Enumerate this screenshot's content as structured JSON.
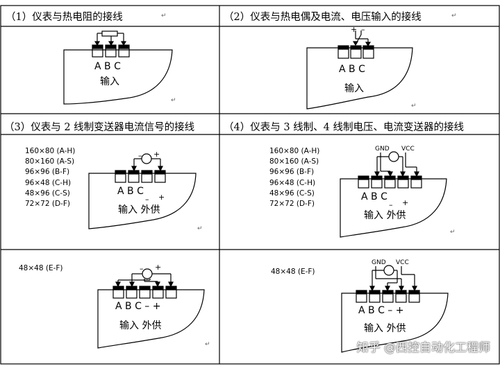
{
  "titles": {
    "c1": "（1）仪表与热电阻的接线",
    "c2": "（2）仪表与热电偶及电流、电压输入的接线",
    "c3": "（3）仪表与 2 线制变送器电流信号的接线",
    "c4": "（4）仪表与 3 线制、4 线制电压、电流变送器的接线"
  },
  "specs": {
    "list_a": "160×80 (A-H)\n80×160 (A-S)\n96×96 (B-F)\n96×48 (C-H)\n48×96 (C-S)\n72×72 (D-F)",
    "list_b": "160×80 (A-H)\n80×160 (A-S)\n96×96 (B-F)\n96×48 (C-H)\n48×96 (C-S)\n72×72 (D-F)",
    "single_a": "48×48 (E-F)",
    "single_b": "48×48 (E-F)"
  },
  "labels": {
    "abc": "A  B  C",
    "abc_minus_plus": "A  B  C  –  +",
    "input": "输入",
    "input_supply": "输入  外供",
    "plus": "+",
    "minus": "–",
    "gnd": "GND",
    "vcc": "VCC",
    "para_mark": "↵"
  },
  "watermark": "知乎 @西控自动化工程师"
}
